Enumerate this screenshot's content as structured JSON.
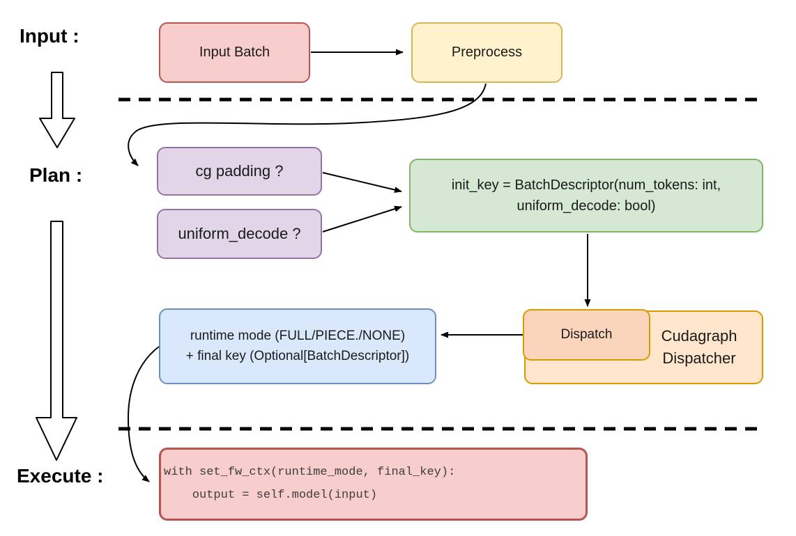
{
  "stage_labels": {
    "input": "Input :",
    "plan": "Plan :",
    "execute": "Execute :"
  },
  "nodes": {
    "input_batch": {
      "label": "Input Batch"
    },
    "preprocess": {
      "label": "Preprocess"
    },
    "cg_padding": {
      "label": "cg padding ?"
    },
    "uniform_decode": {
      "label": "uniform_decode ?"
    },
    "init_key": {
      "line1": "init_key = BatchDescriptor(num_tokens: int,",
      "line2": "uniform_decode: bool)"
    },
    "dispatch": {
      "label": "Dispatch"
    },
    "cudagraph_dispatcher": {
      "line1": "Cudagraph",
      "line2": "Dispatcher"
    },
    "runtime_mode": {
      "line1": "runtime mode (FULL/PIECE./NONE)",
      "line2": "+ final key (Optional[BatchDescriptor])"
    },
    "execute_code": {
      "line1": "with set_fw_ctx(runtime_mode, final_key):",
      "line2": "    output = self.model(input)"
    }
  },
  "colors": {
    "red_fill": "#F8CECC",
    "red_stroke": "#B85450",
    "yellow_fill": "#FFF2CC",
    "yellow_stroke": "#D6B656",
    "purple_fill": "#E1D5E7",
    "purple_stroke": "#9673A6",
    "green_fill": "#D5E8D4",
    "green_stroke": "#82B366",
    "blue_fill": "#DAE8FC",
    "blue_stroke": "#6C8EBF",
    "orange_fill": "#FFE6CC",
    "orange_inner_fill": "#FAD5BC",
    "orange_stroke": "#D79B00",
    "arrow_color": "#000000"
  }
}
